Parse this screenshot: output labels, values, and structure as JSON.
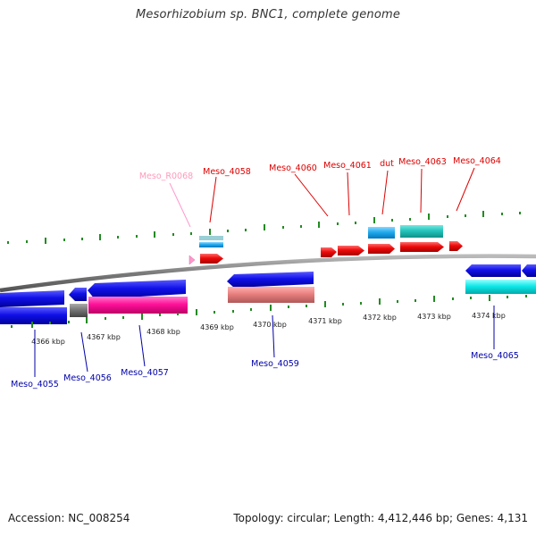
{
  "title": "Mesorhizobium sp. BNC1, complete genome",
  "footer": {
    "accession": "Accession: NC_008254",
    "stats": "Topology: circular; Length: 4,412,446 bp; Genes: 4,131"
  },
  "scale_labels": [
    "4366 kbp",
    "4367 kbp",
    "4368 kbp",
    "4369 kbp",
    "4370 kbp",
    "4371 kbp",
    "4372 kbp",
    "4373 kbp",
    "4374 kbp"
  ],
  "top_labels": [
    {
      "text": "Meso_R0068",
      "color": "#ff99bb"
    },
    {
      "text": "Meso_4058",
      "color": "#dd0000"
    },
    {
      "text": "Meso_4060",
      "color": "#dd0000"
    },
    {
      "text": "Meso_4061",
      "color": "#dd0000"
    },
    {
      "text": "dut",
      "color": "#dd0000"
    },
    {
      "text": "Meso_4063",
      "color": "#dd0000"
    },
    {
      "text": "Meso_4064",
      "color": "#dd0000"
    }
  ],
  "bottom_labels": [
    {
      "text": "Meso_4055",
      "color": "#0000aa"
    },
    {
      "text": "Meso_4056",
      "color": "#0000aa"
    },
    {
      "text": "Meso_4057",
      "color": "#0000aa"
    },
    {
      "text": "Meso_4059",
      "color": "#0000aa"
    },
    {
      "text": "Meso_4065",
      "color": "#0000aa"
    }
  ],
  "colors": {
    "forward_cds": "#ee0000",
    "reverse_cds": "#0000dd",
    "rna": "#ff99cc",
    "backbone": "#808080",
    "tick": "#228b22",
    "cyan_track": "#00dddd",
    "magenta_track": "#ff1199",
    "salmon_track": "#e88080"
  }
}
